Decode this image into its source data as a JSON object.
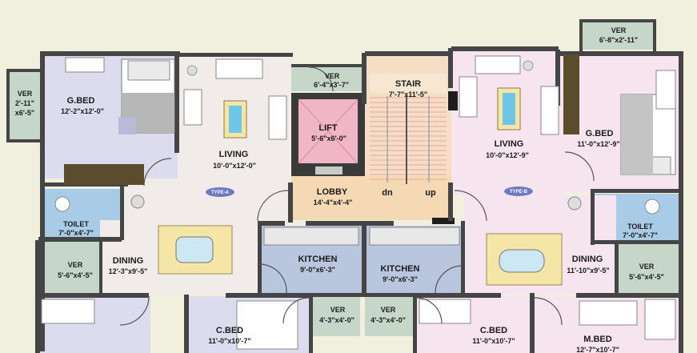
{
  "rooms": {
    "ver_left": {
      "name": "VER",
      "dim_1": "2'-11\"",
      "dim_2": "x6'-5\""
    },
    "gbed_a": {
      "name": "G.BED",
      "dim": "12'-2\"x12'-0\""
    },
    "living_a": {
      "name": "LIVING",
      "dim": "10'-0\"x12'-0\""
    },
    "ver_top": {
      "name": "VER",
      "dim": "6'-4\"x3'-7\""
    },
    "lift": {
      "name": "LIFT",
      "dim": "5'-6\"x6'-0\""
    },
    "stair": {
      "name": "STAIR",
      "dim": "7'-7\"x11'-5\"",
      "dn": "dn",
      "up": "up"
    },
    "lobby": {
      "name": "LOBBY",
      "dim": "14'-4\"x4'-4\""
    },
    "living_b": {
      "name": "LIVING",
      "dim": "10'-0\"x12'-9\""
    },
    "gbed_b": {
      "name": "G.BED",
      "dim": "11'-0\"x12'-9\""
    },
    "ver_top_right": {
      "name": "VER",
      "dim": "6'-8\"x2'-11\""
    },
    "toilet_a": {
      "name": "TOILET",
      "dim": "7'-0\"x4'-7\""
    },
    "toilet_b": {
      "name": "TOILET",
      "dim": "7'-0\"x4'-7\""
    },
    "ver_a_mid": {
      "name": "VER",
      "dim": "5'-6\"x4'-5\""
    },
    "ver_b_mid": {
      "name": "VER",
      "dim": "5'-6\"x4'-5\""
    },
    "dining_a": {
      "name": "DINING",
      "dim": "12'-3\"x9'-5\""
    },
    "kitchen_a": {
      "name": "KITCHEN",
      "dim": "9'-0\"x6'-3\""
    },
    "kitchen_b": {
      "name": "KITCHEN",
      "dim": "9'-0\"x6'-3\""
    },
    "dining_b": {
      "name": "DINING",
      "dim": "11'-10\"x9'-5\""
    },
    "ver_bot_a": {
      "name": "VER",
      "dim": "4'-3\"x4'-0\""
    },
    "ver_bot_b": {
      "name": "VER",
      "dim": "4'-3\"x4'-0\""
    },
    "cbed_a": {
      "name": "C.BED",
      "dim": "11'-0\"x10'-7\""
    },
    "cbed_b": {
      "name": "C.BED",
      "dim": "11'-0\"x10'-7\""
    },
    "mbed": {
      "name": "M.BED",
      "dim": "12'-7\"x10'-7\""
    }
  },
  "types": {
    "a": "TYPE-A",
    "b": "TYPE-B"
  },
  "colors": {
    "background": "#f1f0df",
    "wall": "#454545",
    "living": "#f1ecea",
    "bedroom": "#dcdcee",
    "pink": "#f6e4ee",
    "toilet": "#a8cce8",
    "verandah": "#c6d6c9",
    "stair": "#f4dfc6",
    "lobby": "#f5d9b4",
    "kitchen": "#b9c6de",
    "lift": "#f0b6c7",
    "tag": "#6e79c3"
  }
}
